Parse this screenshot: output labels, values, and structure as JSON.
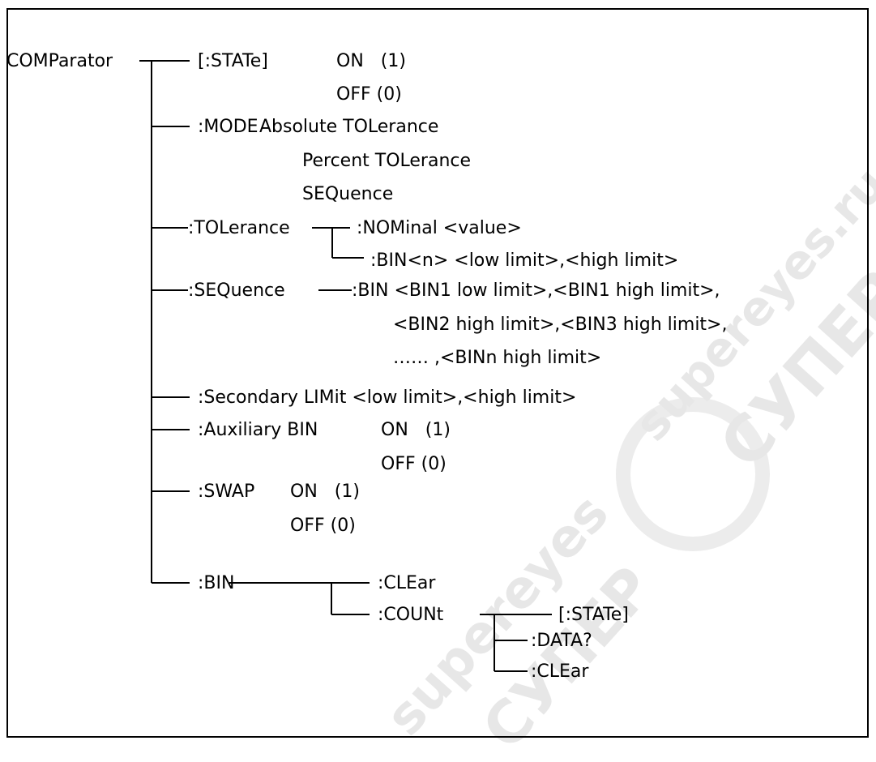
{
  "diagram": {
    "root": "COMParator",
    "state": {
      "node": "[:STATe]",
      "opt_on": "ON   (1)",
      "opt_off": "OFF (0)"
    },
    "mode": {
      "node": ":MODE",
      "opt1": "Absolute TOLerance",
      "opt2": "Percent TOLerance",
      "opt3": "SEQuence"
    },
    "tolerance": {
      "node": ":TOLerance",
      "nominal": ":NOMinal <value>",
      "bin": ":BIN<n> <low limit>,<high limit>"
    },
    "sequence": {
      "node": ":SEQuence",
      "line1": ":BIN <BIN1 low limit>,<BIN1 high limit>,",
      "line2": "<BIN2 high limit>,<BIN3 high limit>,",
      "line3": "…… ,<BINn high limit>"
    },
    "secondary": {
      "node": ":Secondary LIMit <low limit>,<high limit>"
    },
    "auxiliary": {
      "node": ":Auxiliary BIN",
      "opt_on": "ON   (1)",
      "opt_off": "OFF (0)"
    },
    "swap": {
      "node": ":SWAP",
      "opt_on": "ON   (1)",
      "opt_off": "OFF (0)"
    },
    "bin": {
      "node": ":BIN",
      "clear": ":CLEar",
      "count": {
        "node": ":COUNt",
        "state": "[:STATe]",
        "data": ":DATA?",
        "clear": ":CLEar"
      }
    }
  },
  "watermark": {
    "text1": "supereyes.ru",
    "text2": "СУПЕР",
    "text3": "supereyes",
    "text4": "СУПЕР"
  }
}
